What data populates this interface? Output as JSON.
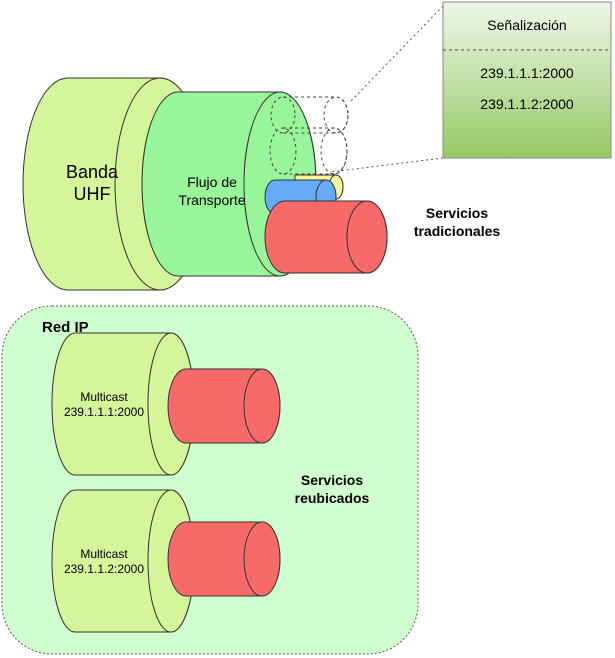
{
  "signaling": {
    "title": "Señalización",
    "entries": [
      "239.1.1.1:2000",
      "239.1.1.2:2000"
    ]
  },
  "uhf": {
    "label_line1": "Banda",
    "label_line2": "UHF"
  },
  "transport": {
    "label_line1": "Flujo de",
    "label_line2": "Transporte"
  },
  "traditional": {
    "label_line1": "Servicios",
    "label_line2": "tradicionales"
  },
  "ip_network": {
    "title": "Red IP"
  },
  "multicast_1": {
    "label_line1": "Multicast",
    "label_line2": "239.1.1.1:2000"
  },
  "multicast_2": {
    "label_line1": "Multicast",
    "label_line2": "239.1.1.2:2000"
  },
  "relocated": {
    "label_line1": "Servicios",
    "label_line2": "reubicados"
  },
  "colors": {
    "uhf_fill": "#d4f59a",
    "transport_fill": "#99f59a",
    "service_red": "#f86a6a",
    "service_blue": "#66aaf8",
    "service_yellow": "#f8f49a",
    "ip_zone_fill": "#cfffcf",
    "signaling_top": "#e8f5e1",
    "signaling_bottom": "#9acd6a"
  }
}
